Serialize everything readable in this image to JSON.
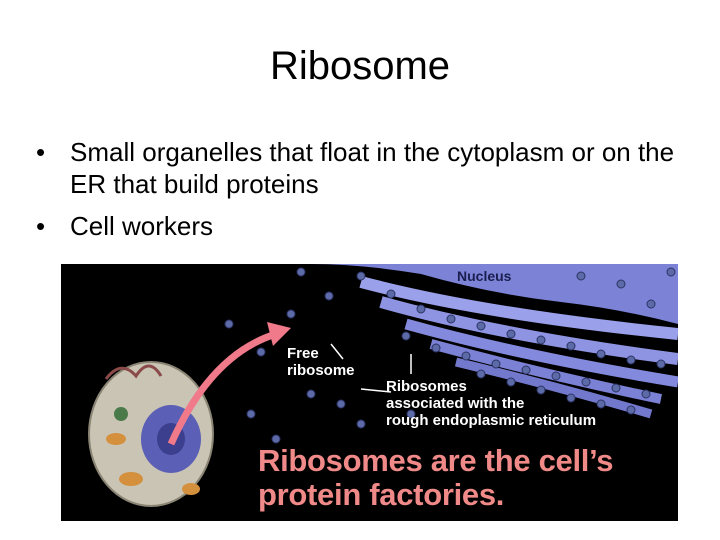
{
  "slide": {
    "title": "Ribosome",
    "bullets": [
      "Small organelles that float in the cytoplasm or on the ER that build proteins",
      "Cell workers"
    ],
    "bullet_glyph": "•"
  },
  "figure": {
    "labels": {
      "nucleus": "Nucleus",
      "free_line1": "Free",
      "free_line2": "ribosome",
      "er_line1": "Ribosomes",
      "er_line2": "associated with the",
      "er_line3": "rough endoplasmic reticulum"
    },
    "caption_line1": "Ribosomes are the cell’s",
    "caption_line2": "protein factories.",
    "colors": {
      "background": "#000000",
      "er": "#8b8fe0",
      "ribosome": "#6a78b8",
      "caption": "#f08a88",
      "arrow": "#f07a8a"
    }
  }
}
